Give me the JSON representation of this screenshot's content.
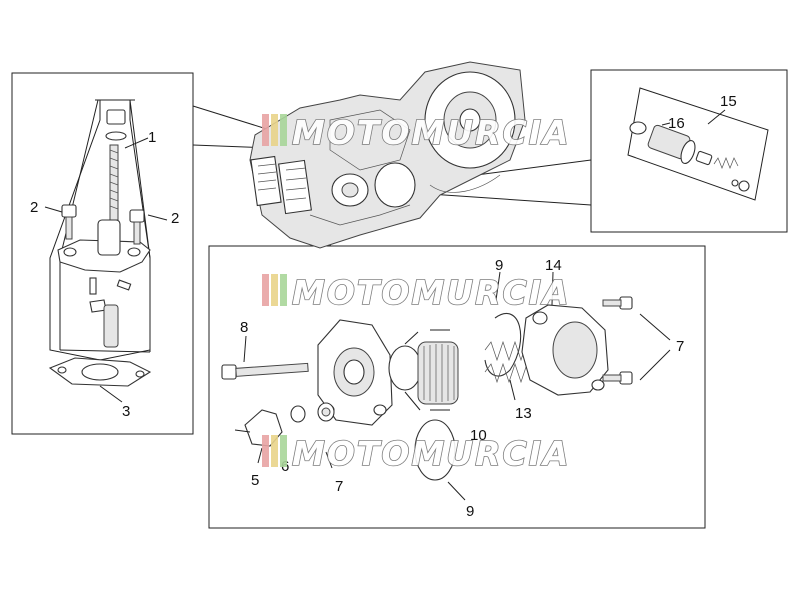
{
  "diagram": {
    "watermark": "MOTOMURCIA",
    "watermark_colors": [
      "#e8a4a4",
      "#e9d48a",
      "#a9d69a"
    ],
    "callouts": {
      "c1": "1",
      "c2a": "2",
      "c2b": "2",
      "c3": "3",
      "c5": "5",
      "c6": "6",
      "c7a": "7",
      "c7b": "7",
      "c8": "8",
      "c9a": "9",
      "c9b": "9",
      "c10": "10",
      "c13": "13",
      "c14": "14",
      "c15": "15",
      "c16": "16"
    }
  }
}
